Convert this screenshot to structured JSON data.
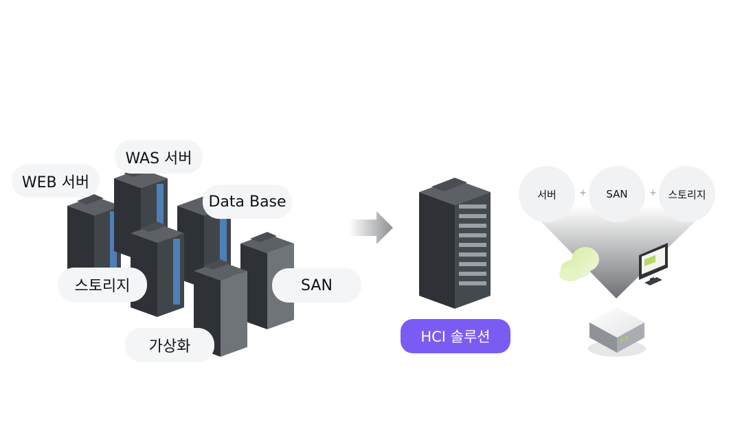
{
  "left_labels": {
    "web": "WEB 서버",
    "was": "WAS 서버",
    "db": "Data Base",
    "storage": "스토리지",
    "san": "SAN",
    "virtual": "가상화"
  },
  "hci_label": "HCI 솔루션",
  "right": {
    "server": "서버",
    "san": "SAN",
    "storage": "스토리지",
    "plus": "+"
  },
  "colors": {
    "accent": "#7a5cf5",
    "pill_bg": "#f4f5f7",
    "circle_bg": "#f1f2f4",
    "rack_dark": "#3b4045"
  }
}
